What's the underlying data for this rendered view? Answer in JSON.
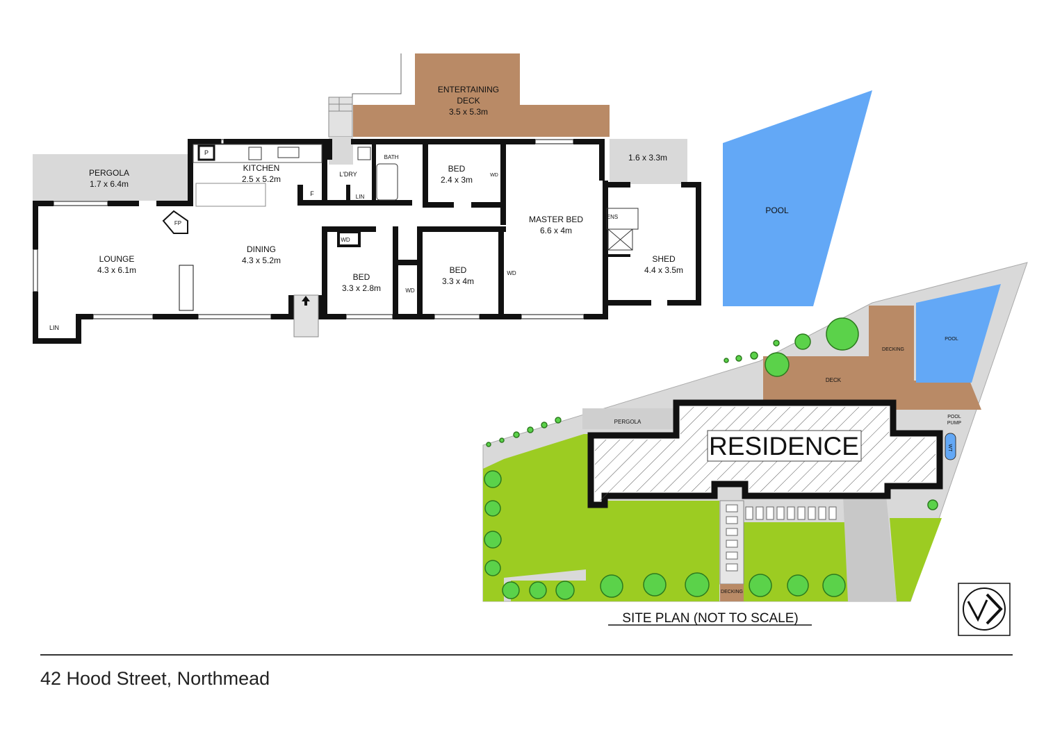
{
  "address": "42 Hood Street, Northmead",
  "colors": {
    "wall": "#111111",
    "deck": "#b98a66",
    "pool": "#63a8f6",
    "grey_area": "#d9d9d9",
    "lawn": "#9ccc22",
    "tree": "#5bd24a"
  },
  "floor_plan": {
    "entertaining_deck": {
      "name": "ENTERTAINING",
      "name2": "DECK",
      "size": "3.5 x 5.3m"
    },
    "pergola": {
      "name": "PERGOLA",
      "size": "1.7 x 6.4m"
    },
    "kitchen": {
      "name": "KITCHEN",
      "size": "2.5 x 5.2m"
    },
    "lounge": {
      "name": "LOUNGE",
      "size": "4.3 x 6.1m"
    },
    "dining": {
      "name": "DINING",
      "size": "4.3 x 5.2m"
    },
    "bed1": {
      "name": "BED",
      "size": "2.4 x 3m"
    },
    "bed2": {
      "name": "BED",
      "size": "3.3 x 2.8m"
    },
    "bed3": {
      "name": "BED",
      "size": "3.3 x 4m"
    },
    "master": {
      "name": "MASTER BED",
      "size": "6.6 x 4m"
    },
    "shed": {
      "name": "SHED",
      "size": "4.4 x 3.5m"
    },
    "side_area": {
      "size": "1.6 x 3.3m"
    },
    "pool": {
      "name": "POOL"
    },
    "small_labels": {
      "pantry": "P",
      "fridge": "F",
      "fireplace": "FP",
      "linen": "LIN",
      "laundry": "L'DRY",
      "bath": "BATH",
      "wardrobe": "WD",
      "ensuite": "ENS"
    }
  },
  "site_plan": {
    "caption": "SITE PLAN (NOT TO SCALE)",
    "residence": "RESIDENCE",
    "deck": "DECK",
    "decking": "DECKING",
    "pool": "POOL",
    "pool_pump": "POOL",
    "pool_pump2": "PUMP",
    "pergola": "PERGOLA",
    "wt": "WT"
  }
}
